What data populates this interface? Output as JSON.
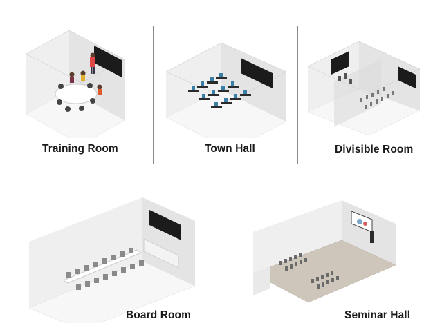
{
  "rooms": [
    {
      "id": "training",
      "label": "Training Room"
    },
    {
      "id": "townhall",
      "label": "Town Hall"
    },
    {
      "id": "divisible",
      "label": "Divisible Room"
    },
    {
      "id": "boardroom",
      "label": "Board Room"
    },
    {
      "id": "seminar",
      "label": "Seminar Hall"
    }
  ]
}
